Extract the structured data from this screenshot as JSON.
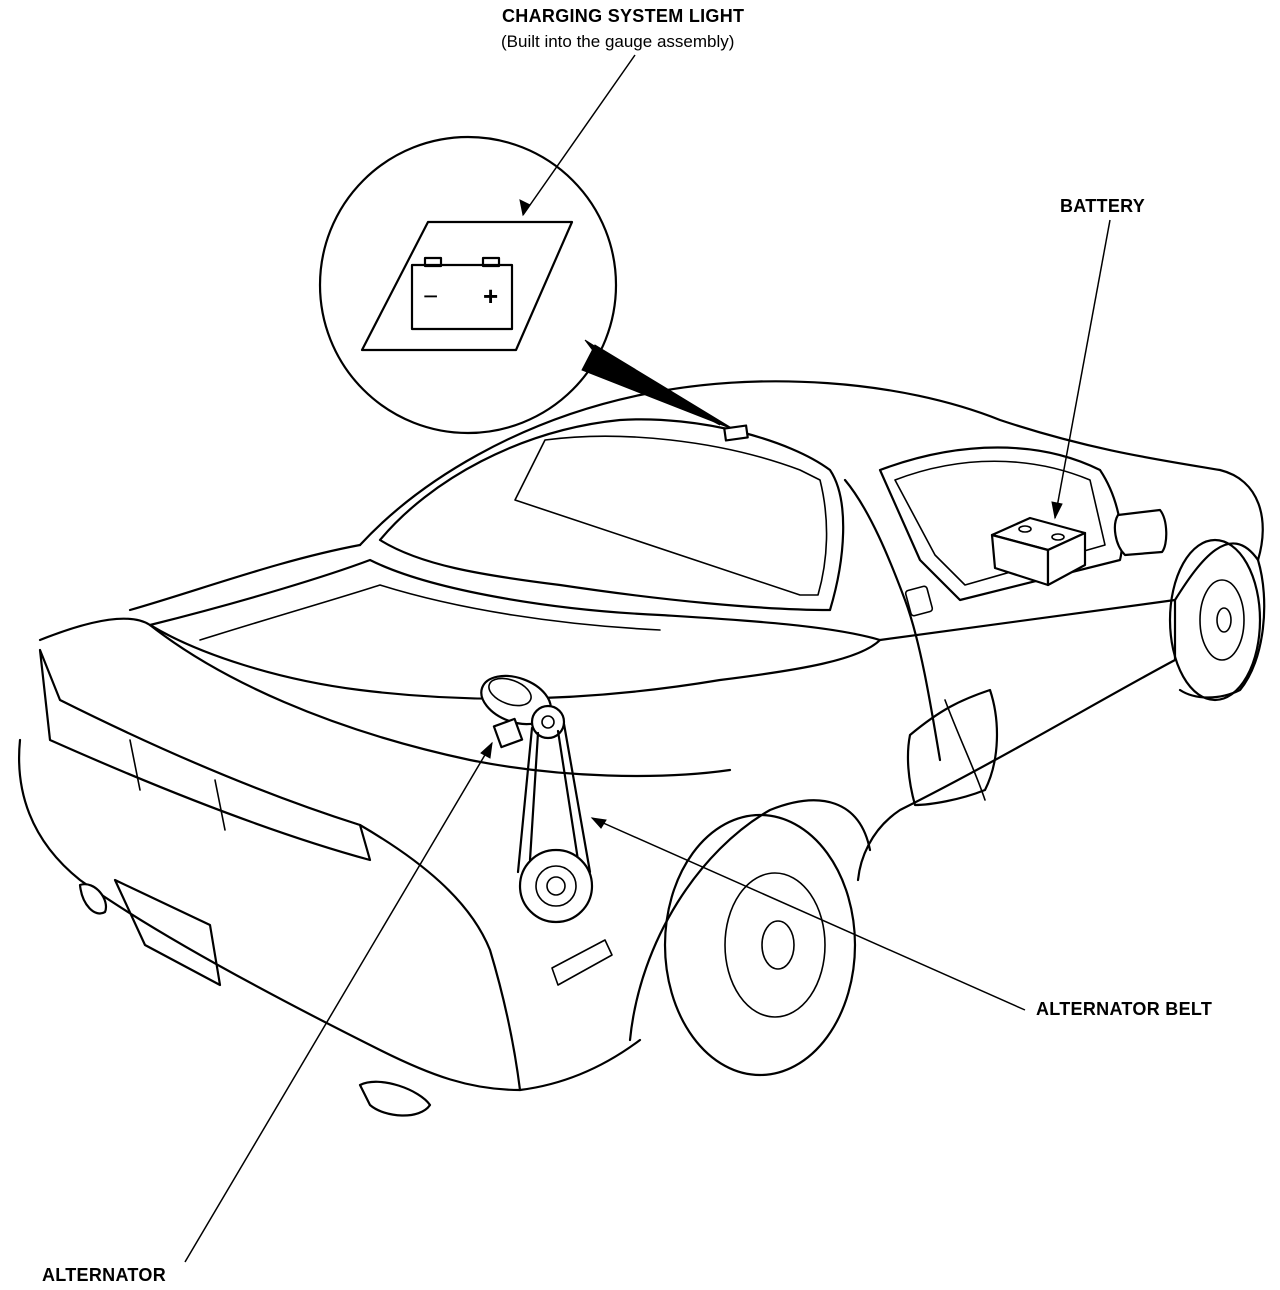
{
  "labels": {
    "charging_light_title": "CHARGING SYSTEM LIGHT",
    "charging_light_sub": "(Built into the gauge assembly)",
    "battery": "BATTERY",
    "alternator_belt": "ALTERNATOR BELT",
    "alternator": "ALTERNATOR"
  },
  "battery_icon": {
    "minus": "−",
    "plus": "+"
  },
  "colors": {
    "line": "#000000",
    "background": "#ffffff"
  }
}
